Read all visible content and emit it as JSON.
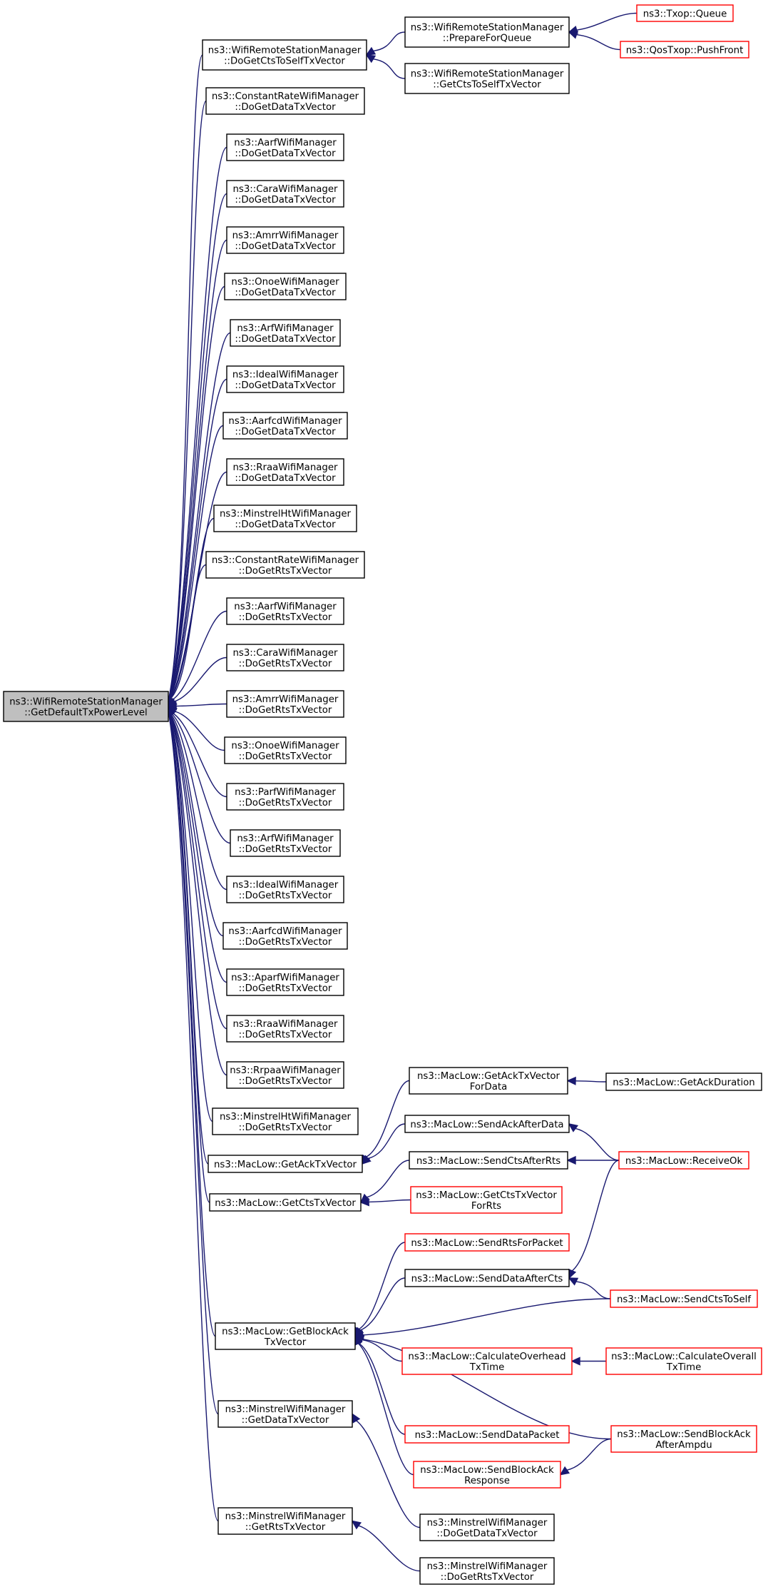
{
  "colors": {
    "edge": "#191970",
    "root_fill": "#bfbfbf",
    "node_border": "#000000",
    "link_border": "#ff0000"
  },
  "nodes": [
    {
      "id": "n0",
      "lines": [
        "ns3::WifiRemoteStationManager",
        "::GetDefaultTxPowerLevel"
      ],
      "style": "root"
    },
    {
      "id": "n1",
      "lines": [
        "ns3::WifiRemoteStationManager",
        "::DoGetCtsToSelfTxVector"
      ]
    },
    {
      "id": "n2",
      "lines": [
        "ns3::WifiRemoteStationManager",
        "::PrepareForQueue"
      ]
    },
    {
      "id": "n3",
      "lines": [
        "ns3::Txop::Queue"
      ],
      "style": "red"
    },
    {
      "id": "n4",
      "lines": [
        "ns3::QosTxop::PushFront"
      ],
      "style": "red"
    },
    {
      "id": "n5",
      "lines": [
        "ns3::WifiRemoteStationManager",
        "::GetCtsToSelfTxVector"
      ]
    },
    {
      "id": "n6",
      "lines": [
        "ns3::ConstantRateWifiManager",
        "::DoGetDataTxVector"
      ]
    },
    {
      "id": "n7",
      "lines": [
        "ns3::AarfWifiManager",
        "::DoGetDataTxVector"
      ]
    },
    {
      "id": "n8",
      "lines": [
        "ns3::CaraWifiManager",
        "::DoGetDataTxVector"
      ]
    },
    {
      "id": "n9",
      "lines": [
        "ns3::AmrrWifiManager",
        "::DoGetDataTxVector"
      ]
    },
    {
      "id": "n10",
      "lines": [
        "ns3::OnoeWifiManager",
        "::DoGetDataTxVector"
      ]
    },
    {
      "id": "n11",
      "lines": [
        "ns3::ArfWifiManager",
        "::DoGetDataTxVector"
      ]
    },
    {
      "id": "n12",
      "lines": [
        "ns3::IdealWifiManager",
        "::DoGetDataTxVector"
      ]
    },
    {
      "id": "n13",
      "lines": [
        "ns3::AarfcdWifiManager",
        "::DoGetDataTxVector"
      ]
    },
    {
      "id": "n14",
      "lines": [
        "ns3::RraaWifiManager",
        "::DoGetDataTxVector"
      ]
    },
    {
      "id": "n15",
      "lines": [
        "ns3::MinstrelHtWifiManager",
        "::DoGetDataTxVector"
      ]
    },
    {
      "id": "n16",
      "lines": [
        "ns3::ConstantRateWifiManager",
        "::DoGetRtsTxVector"
      ]
    },
    {
      "id": "n17",
      "lines": [
        "ns3::AarfWifiManager",
        "::DoGetRtsTxVector"
      ]
    },
    {
      "id": "n18",
      "lines": [
        "ns3::CaraWifiManager",
        "::DoGetRtsTxVector"
      ]
    },
    {
      "id": "n19",
      "lines": [
        "ns3::AmrrWifiManager",
        "::DoGetRtsTxVector"
      ]
    },
    {
      "id": "n20",
      "lines": [
        "ns3::OnoeWifiManager",
        "::DoGetRtsTxVector"
      ]
    },
    {
      "id": "n21",
      "lines": [
        "ns3::ParfWifiManager",
        "::DoGetRtsTxVector"
      ]
    },
    {
      "id": "n22",
      "lines": [
        "ns3::ArfWifiManager",
        "::DoGetRtsTxVector"
      ]
    },
    {
      "id": "n23",
      "lines": [
        "ns3::IdealWifiManager",
        "::DoGetRtsTxVector"
      ]
    },
    {
      "id": "n24",
      "lines": [
        "ns3::AarfcdWifiManager",
        "::DoGetRtsTxVector"
      ]
    },
    {
      "id": "n25",
      "lines": [
        "ns3::AparfWifiManager",
        "::DoGetRtsTxVector"
      ]
    },
    {
      "id": "n26",
      "lines": [
        "ns3::RraaWifiManager",
        "::DoGetRtsTxVector"
      ]
    },
    {
      "id": "n27",
      "lines": [
        "ns3::RrpaaWifiManager",
        "::DoGetRtsTxVector"
      ]
    },
    {
      "id": "n28",
      "lines": [
        "ns3::MinstrelHtWifiManager",
        "::DoGetRtsTxVector"
      ]
    },
    {
      "id": "n29",
      "lines": [
        "ns3::MacLow::GetAckTxVector"
      ]
    },
    {
      "id": "n30",
      "lines": [
        "ns3::MacLow::GetAckTxVector",
        "ForData"
      ]
    },
    {
      "id": "n31",
      "lines": [
        "ns3::MacLow::GetAckDuration"
      ]
    },
    {
      "id": "n32",
      "lines": [
        "ns3::MacLow::SendAckAfterData"
      ]
    },
    {
      "id": "n33",
      "lines": [
        "ns3::MacLow::ReceiveOk"
      ],
      "style": "red"
    },
    {
      "id": "n34",
      "lines": [
        "ns3::MacLow::GetCtsTxVector"
      ]
    },
    {
      "id": "n35",
      "lines": [
        "ns3::MacLow::SendCtsAfterRts"
      ]
    },
    {
      "id": "n36",
      "lines": [
        "ns3::MacLow::GetCtsTxVector",
        "ForRts"
      ],
      "style": "red"
    },
    {
      "id": "n37",
      "lines": [
        "ns3::MacLow::SendRtsForPacket"
      ],
      "style": "red"
    },
    {
      "id": "n38",
      "lines": [
        "ns3::MacLow::SendDataAfterCts"
      ]
    },
    {
      "id": "n39",
      "lines": [
        "ns3::MacLow::SendCtsToSelf"
      ],
      "style": "red"
    },
    {
      "id": "n40",
      "lines": [
        "ns3::MacLow::GetBlockAck",
        "TxVector"
      ]
    },
    {
      "id": "n41",
      "lines": [
        "ns3::MacLow::CalculateOverhead",
        "TxTime"
      ],
      "style": "red"
    },
    {
      "id": "n42",
      "lines": [
        "ns3::MacLow::CalculateOverall",
        "TxTime"
      ],
      "style": "red"
    },
    {
      "id": "n43",
      "lines": [
        "ns3::MacLow::SendDataPacket"
      ],
      "style": "red"
    },
    {
      "id": "n44",
      "lines": [
        "ns3::MacLow::SendBlockAck",
        "AfterAmpdu"
      ],
      "style": "red"
    },
    {
      "id": "n45",
      "lines": [
        "ns3::MacLow::SendBlockAck",
        "Response"
      ],
      "style": "red"
    },
    {
      "id": "n46",
      "lines": [
        "ns3::MinstrelWifiManager",
        "::GetDataTxVector"
      ]
    },
    {
      "id": "n47",
      "lines": [
        "ns3::MinstrelWifiManager",
        "::DoGetDataTxVector"
      ]
    },
    {
      "id": "n48",
      "lines": [
        "ns3::MinstrelWifiManager",
        "::GetRtsTxVector"
      ]
    },
    {
      "id": "n49",
      "lines": [
        "ns3::MinstrelWifiManager",
        "::DoGetRtsTxVector"
      ]
    }
  ],
  "edges": [
    [
      "n0",
      "n1"
    ],
    [
      "n0",
      "n6"
    ],
    [
      "n0",
      "n7"
    ],
    [
      "n0",
      "n8"
    ],
    [
      "n0",
      "n9"
    ],
    [
      "n0",
      "n10"
    ],
    [
      "n0",
      "n11"
    ],
    [
      "n0",
      "n12"
    ],
    [
      "n0",
      "n13"
    ],
    [
      "n0",
      "n14"
    ],
    [
      "n0",
      "n15"
    ],
    [
      "n0",
      "n16"
    ],
    [
      "n0",
      "n17"
    ],
    [
      "n0",
      "n18"
    ],
    [
      "n0",
      "n19"
    ],
    [
      "n0",
      "n20"
    ],
    [
      "n0",
      "n21"
    ],
    [
      "n0",
      "n22"
    ],
    [
      "n0",
      "n23"
    ],
    [
      "n0",
      "n24"
    ],
    [
      "n0",
      "n25"
    ],
    [
      "n0",
      "n26"
    ],
    [
      "n0",
      "n27"
    ],
    [
      "n0",
      "n28"
    ],
    [
      "n0",
      "n29"
    ],
    [
      "n0",
      "n34"
    ],
    [
      "n0",
      "n40"
    ],
    [
      "n0",
      "n46"
    ],
    [
      "n0",
      "n48"
    ],
    [
      "n1",
      "n2"
    ],
    [
      "n1",
      "n5"
    ],
    [
      "n2",
      "n3"
    ],
    [
      "n2",
      "n4"
    ],
    [
      "n29",
      "n30"
    ],
    [
      "n29",
      "n32"
    ],
    [
      "n30",
      "n31"
    ],
    [
      "n32",
      "n33"
    ],
    [
      "n34",
      "n35"
    ],
    [
      "n34",
      "n36"
    ],
    [
      "n35",
      "n33"
    ],
    [
      "n40",
      "n37"
    ],
    [
      "n40",
      "n38"
    ],
    [
      "n40",
      "n39"
    ],
    [
      "n40",
      "n41"
    ],
    [
      "n40",
      "n43"
    ],
    [
      "n40",
      "n44"
    ],
    [
      "n40",
      "n45"
    ],
    [
      "n38",
      "n33"
    ],
    [
      "n38",
      "n39"
    ],
    [
      "n41",
      "n42"
    ],
    [
      "n45",
      "n44"
    ],
    [
      "n46",
      "n47"
    ],
    [
      "n48",
      "n49"
    ]
  ]
}
